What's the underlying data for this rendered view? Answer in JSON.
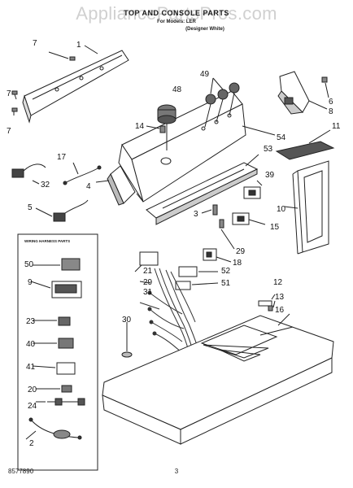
{
  "watermark": "AppliancePartsPros.com",
  "header": {
    "title": "TOP AND CONSOLE PARTS",
    "subtitle1": "For Models: LER",
    "subtitle2": "(Designer White)"
  },
  "wiring_box_title": "WIRING HARNESS PARTS",
  "footer": {
    "code": "8577890",
    "page_number": "3"
  },
  "callouts": [
    "7",
    "1",
    "7",
    "7",
    "49",
    "48",
    "14",
    "54",
    "6",
    "8",
    "11",
    "53",
    "17",
    "32",
    "4",
    "39",
    "10",
    "5",
    "3",
    "15",
    "29",
    "18",
    "50",
    "21",
    "52",
    "9",
    "29",
    "51",
    "31",
    "12",
    "13",
    "16",
    "23",
    "30",
    "40",
    "41",
    "20",
    "24",
    "2"
  ]
}
